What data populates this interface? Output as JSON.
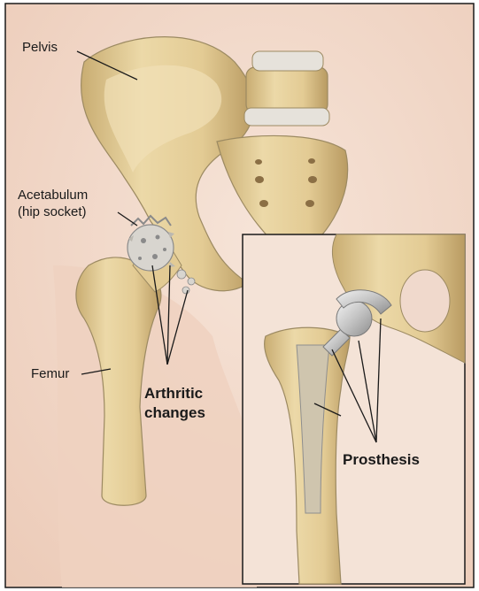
{
  "labels": {
    "pelvis": "Pelvis",
    "acetabulum_line1": "Acetabulum",
    "acetabulum_line2": "(hip socket)",
    "femur": "Femur",
    "arthritic_line1": "Arthritic",
    "arthritic_line2": "changes",
    "prosthesis": "Prosthesis"
  },
  "colors": {
    "background": "#f2dcd0",
    "bone": "#e8d3a0",
    "bone_shadow": "#c9ad72",
    "outline": "#9c8a62",
    "cartilage": "#e6e2db",
    "degraded_joint": "#d8d5cf",
    "prosthesis_metal": "#c9c9c9",
    "stem": "#cfc5ae",
    "border": "#1a1a1a"
  }
}
